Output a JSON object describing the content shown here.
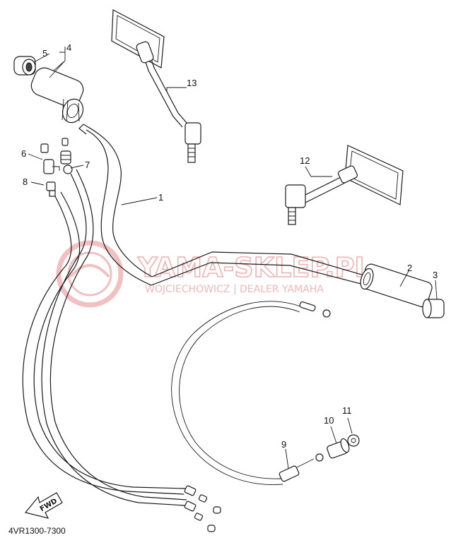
{
  "diagram": {
    "callouts": {
      "c1": "1",
      "c2": "2",
      "c3": "3",
      "c4": "4",
      "c5": "5",
      "c6": "6",
      "c7": "7",
      "c8": "8",
      "c9": "9",
      "c10": "10",
      "c11": "11",
      "c12": "12",
      "c13": "13"
    },
    "fwd_label": "FWD",
    "diagram_code": "4VR1300-7300"
  },
  "watermark": {
    "title": "YAMA-SKLEP.PL",
    "subtitle": "WOJCIECHOWICZ | DEALER YAMAHA"
  }
}
